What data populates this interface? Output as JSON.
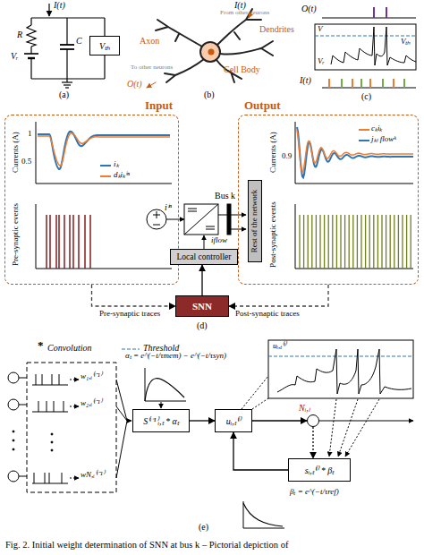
{
  "diagram": {
    "caption": "Fig. 2. Initial weight determination of SNN at bus k – Pictorial depiction of",
    "nodes": [
      {
        "text": [
          "Input"
        ]
      },
      {
        "text": [
          "Output"
        ]
      },
      {
        "text": [
          "Local controller"
        ]
      },
      {
        "text": [
          "Rest of the network"
        ],
        "in": 1
      },
      {
        "text": [
          "SNN"
        ]
      },
      {
        "text": [
          "Vₜₕ"
        ]
      },
      {
        "text": [
          "S⁽ˡ⁻¹⁾ᵢ,ₜ * αₜ"
        ]
      },
      {
        "text": [
          "uᵢ,ₜ⁽ˡ⁾"
        ]
      },
      {
        "text": [
          "Nᵢ,ₗ"
        ]
      },
      {
        "text": [
          "sᵢ,ₜ⁽ˡ⁾ * βₜ"
        ]
      }
    ],
    "edges": [
      {
        "from": 0,
        "to": 4,
        "arrow": "to",
        "label": "Pre-synaptic traces"
      },
      {
        "from": 1,
        "to": 4,
        "arrow": "to",
        "label": "Post-synaptic traces"
      },
      {
        "from": 4,
        "to": 2,
        "arrow": "to"
      },
      {
        "from": 6,
        "to": 7,
        "arrow": "to"
      },
      {
        "from": 7,
        "to": 8,
        "arrow": "to"
      },
      {
        "from": 8,
        "to": 9,
        "arrow": "to"
      },
      {
        "from": 9,
        "to": 7,
        "arrow": "to"
      }
    ],
    "labels": [
      "I(t)",
      "R",
      "C",
      "Vᵣ",
      "(a)",
      "I(t)",
      "From other neurons",
      "Dendrites",
      "Axon",
      "Cell Body",
      "To other neurons",
      "O(t)",
      "(b)",
      "O(t)",
      "V",
      "Vₜₕ",
      "Vᵣ",
      "I(t)",
      "(c)",
      "Currents (A)",
      "1",
      "0.5",
      "Pre-synaptic events",
      "iⁱⁿ",
      "Bus k",
      "iflow",
      "Currents (A)",
      "0.9",
      "Post-synaptic events",
      "(d)",
      "*",
      "w₁,ᵢ⁽ˡ⁻¹⁾",
      "w₂,ᵢ⁽ˡ⁻¹⁾",
      "wN,ᵢ⁽ˡ⁻¹⁾",
      "αₜ = e^(−t/τmem) − e^(−t/τsyn)",
      "uᵢ,ₜ⁽ˡ⁾",
      "βₜ = e^(−t/τref)",
      "(e)"
    ],
    "legend": [
      {
        "text": "iₖ"
      },
      {
        "text": "dₖiₖⁱⁿ"
      },
      {
        "text": "cₖiₖ"
      },
      {
        "text": "jₖₗ flowᵏ"
      },
      {
        "text": "Convolution"
      },
      {
        "text": "Threshold"
      }
    ]
  }
}
